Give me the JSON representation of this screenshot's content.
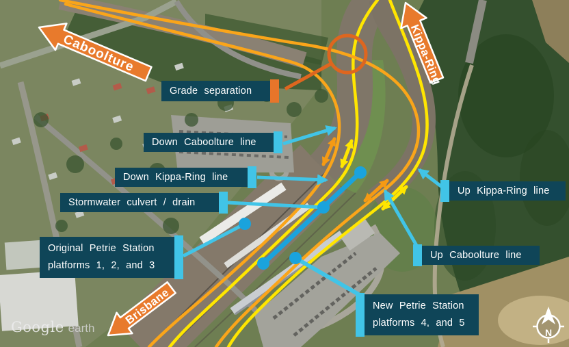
{
  "attribution": {
    "brand": "Google",
    "product": "earth"
  },
  "compass": {
    "north": "N"
  },
  "direction_arrows": {
    "caboolture": "Caboolture",
    "kippa_ring": "Kippa-Ring",
    "brisbane": "Brisbane"
  },
  "annotations": {
    "grade_separation": "Grade separation",
    "down_caboolture": "Down Caboolture line",
    "down_kippa_ring": "Down Kippa-Ring line",
    "stormwater": "Stormwater culvert / drain",
    "original_station": {
      "line1": "Original Petrie Station",
      "line2": "platforms 1, 2, and 3"
    },
    "up_kippa_ring": "Up Kippa-Ring line",
    "up_caboolture": "Up Caboolture line",
    "new_station": {
      "line1": "New Petrie Station",
      "line2": "platforms 4, and 5"
    }
  },
  "legend_colors": {
    "caboolture_line": "#faa51a",
    "kippa_ring_line": "#ffe600",
    "annotation_box": "#0f4558",
    "annotation_accent": "#41c4e7",
    "highlight_orange": "#e8752a",
    "culvert_blue": "#1aa3dd"
  }
}
